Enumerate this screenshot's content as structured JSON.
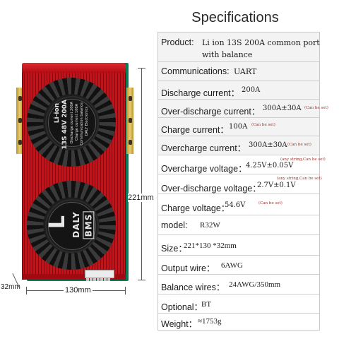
{
  "title": "Specifications",
  "product_image": {
    "fan_top_text": {
      "big": "Li-ion",
      "model": "13S 48V 200A",
      "lines": [
        "Discharge current 200A",
        "Charge current 100A",
        "Communication balance",
        "DALY Electronics"
      ]
    },
    "logo_letter": "L",
    "logo_brand": "DALY",
    "logo_bms": "BMS"
  },
  "dimensions": {
    "height": "221mm",
    "width": "130mm",
    "depth": "32mm"
  },
  "specs": [
    {
      "label": "Product:",
      "value": "Li ion 13S 200A common port",
      "value2": "with balance",
      "note": ""
    },
    {
      "label": "Communications:",
      "value": "UART",
      "note": ""
    },
    {
      "label": "Discharge current：",
      "value": "200A",
      "note": ""
    },
    {
      "label": "Over-discharge current：",
      "value": "300A±30A",
      "note": "(Can be set)"
    },
    {
      "label": "Charge current：",
      "value": "100A",
      "note": "(Can be set)"
    },
    {
      "label": "Overcharge current：",
      "value": "300A±30A",
      "note": "(Can be set)"
    },
    {
      "label": "Overcharge voltage：",
      "value": "4.25V±0.05V",
      "note": "(any string,Can be set)"
    },
    {
      "label": "Over-discharge voltage：",
      "value": "2.7V±0.1V",
      "note": "(any string,Can be set)"
    },
    {
      "label": "Charge voltage：",
      "value": "54.6V",
      "note": "(Can be set)"
    },
    {
      "label": "model:",
      "value": "R32W",
      "note": ""
    },
    {
      "label": "Size：",
      "value": "221*130 *32mm",
      "note": ""
    },
    {
      "label": "Output wire：",
      "value": "6AWG",
      "note": ""
    },
    {
      "label": "Balance wires：",
      "value": "24AWG/350mm",
      "note": ""
    },
    {
      "label": "Optional：",
      "value": "BT",
      "note": ""
    },
    {
      "label": "Weight：",
      "value": "≈1753g",
      "note": ""
    }
  ],
  "colors": {
    "case_red": "#c90f18",
    "terminal_gold": "#e9cd72",
    "note_red": "#a0322a",
    "row_gray": "#f3f3f3"
  }
}
